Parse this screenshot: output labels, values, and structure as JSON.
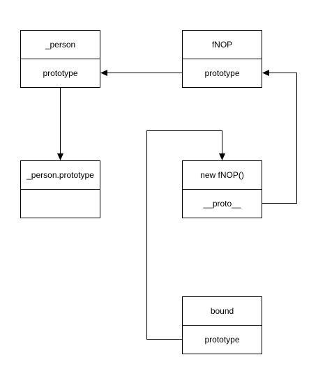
{
  "diagram": {
    "nodes": {
      "person": {
        "title": "_person",
        "field": "prototype"
      },
      "fnop": {
        "title": "fNOP",
        "field": "prototype"
      },
      "person_prototype": {
        "title": "_person.prototype",
        "field": ""
      },
      "new_fnop": {
        "title": "new fNOP()",
        "field": "__proto__"
      },
      "bound": {
        "title": "bound",
        "field": "prototype"
      }
    },
    "edges": [
      {
        "from": "fnop.prototype",
        "to": "person.prototype"
      },
      {
        "from": "person.prototype",
        "to": "person_prototype"
      },
      {
        "from": "new_fnop.__proto__",
        "to": "fnop.prototype"
      },
      {
        "from": "bound.prototype",
        "to": "new_fnop"
      }
    ]
  }
}
